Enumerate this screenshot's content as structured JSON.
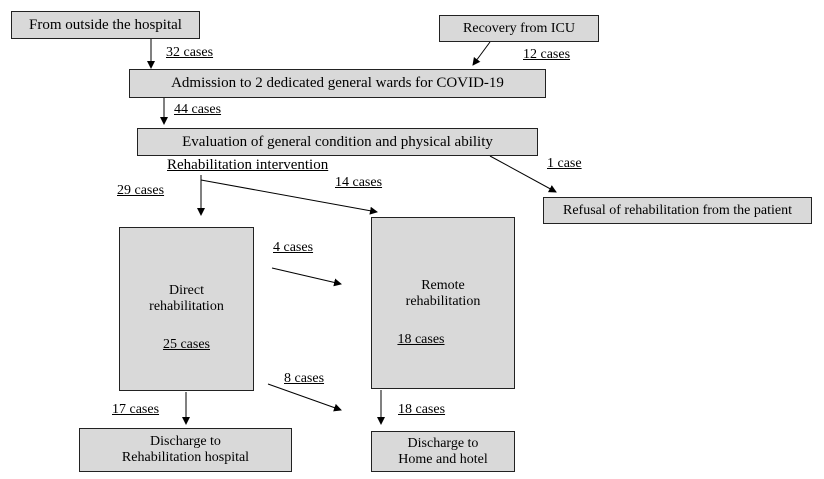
{
  "boxes": {
    "outside": "From outside the hospital",
    "icu": "Recovery from ICU",
    "admission": "Admission to 2 dedicated general wards for COVID-19",
    "evaluation": "Evaluation of general condition and physical ability",
    "refusal": "Refusal of rehabilitation from the patient",
    "direct": {
      "line1": "Direct",
      "line2": "rehabilitation",
      "cases": "25 cases"
    },
    "remote": {
      "line1": "Remote",
      "line2": "rehabilitation",
      "cases": "18 cases"
    },
    "discharge_rehab": {
      "line1": "Discharge to",
      "line2": "Rehabilitation hospital"
    },
    "discharge_home": {
      "line1": "Discharge to",
      "line2": "Home and hotel"
    }
  },
  "labels": {
    "rehab_intervention": "Rehabilitation intervention",
    "c32": "32 cases",
    "c12": "12 cases",
    "c44": "44 cases",
    "c1": "1 case",
    "c29": "29 cases",
    "c14": "14 cases",
    "c4": "4 cases",
    "c8": "8 cases",
    "c17": "17 cases",
    "c18": "18 cases"
  }
}
